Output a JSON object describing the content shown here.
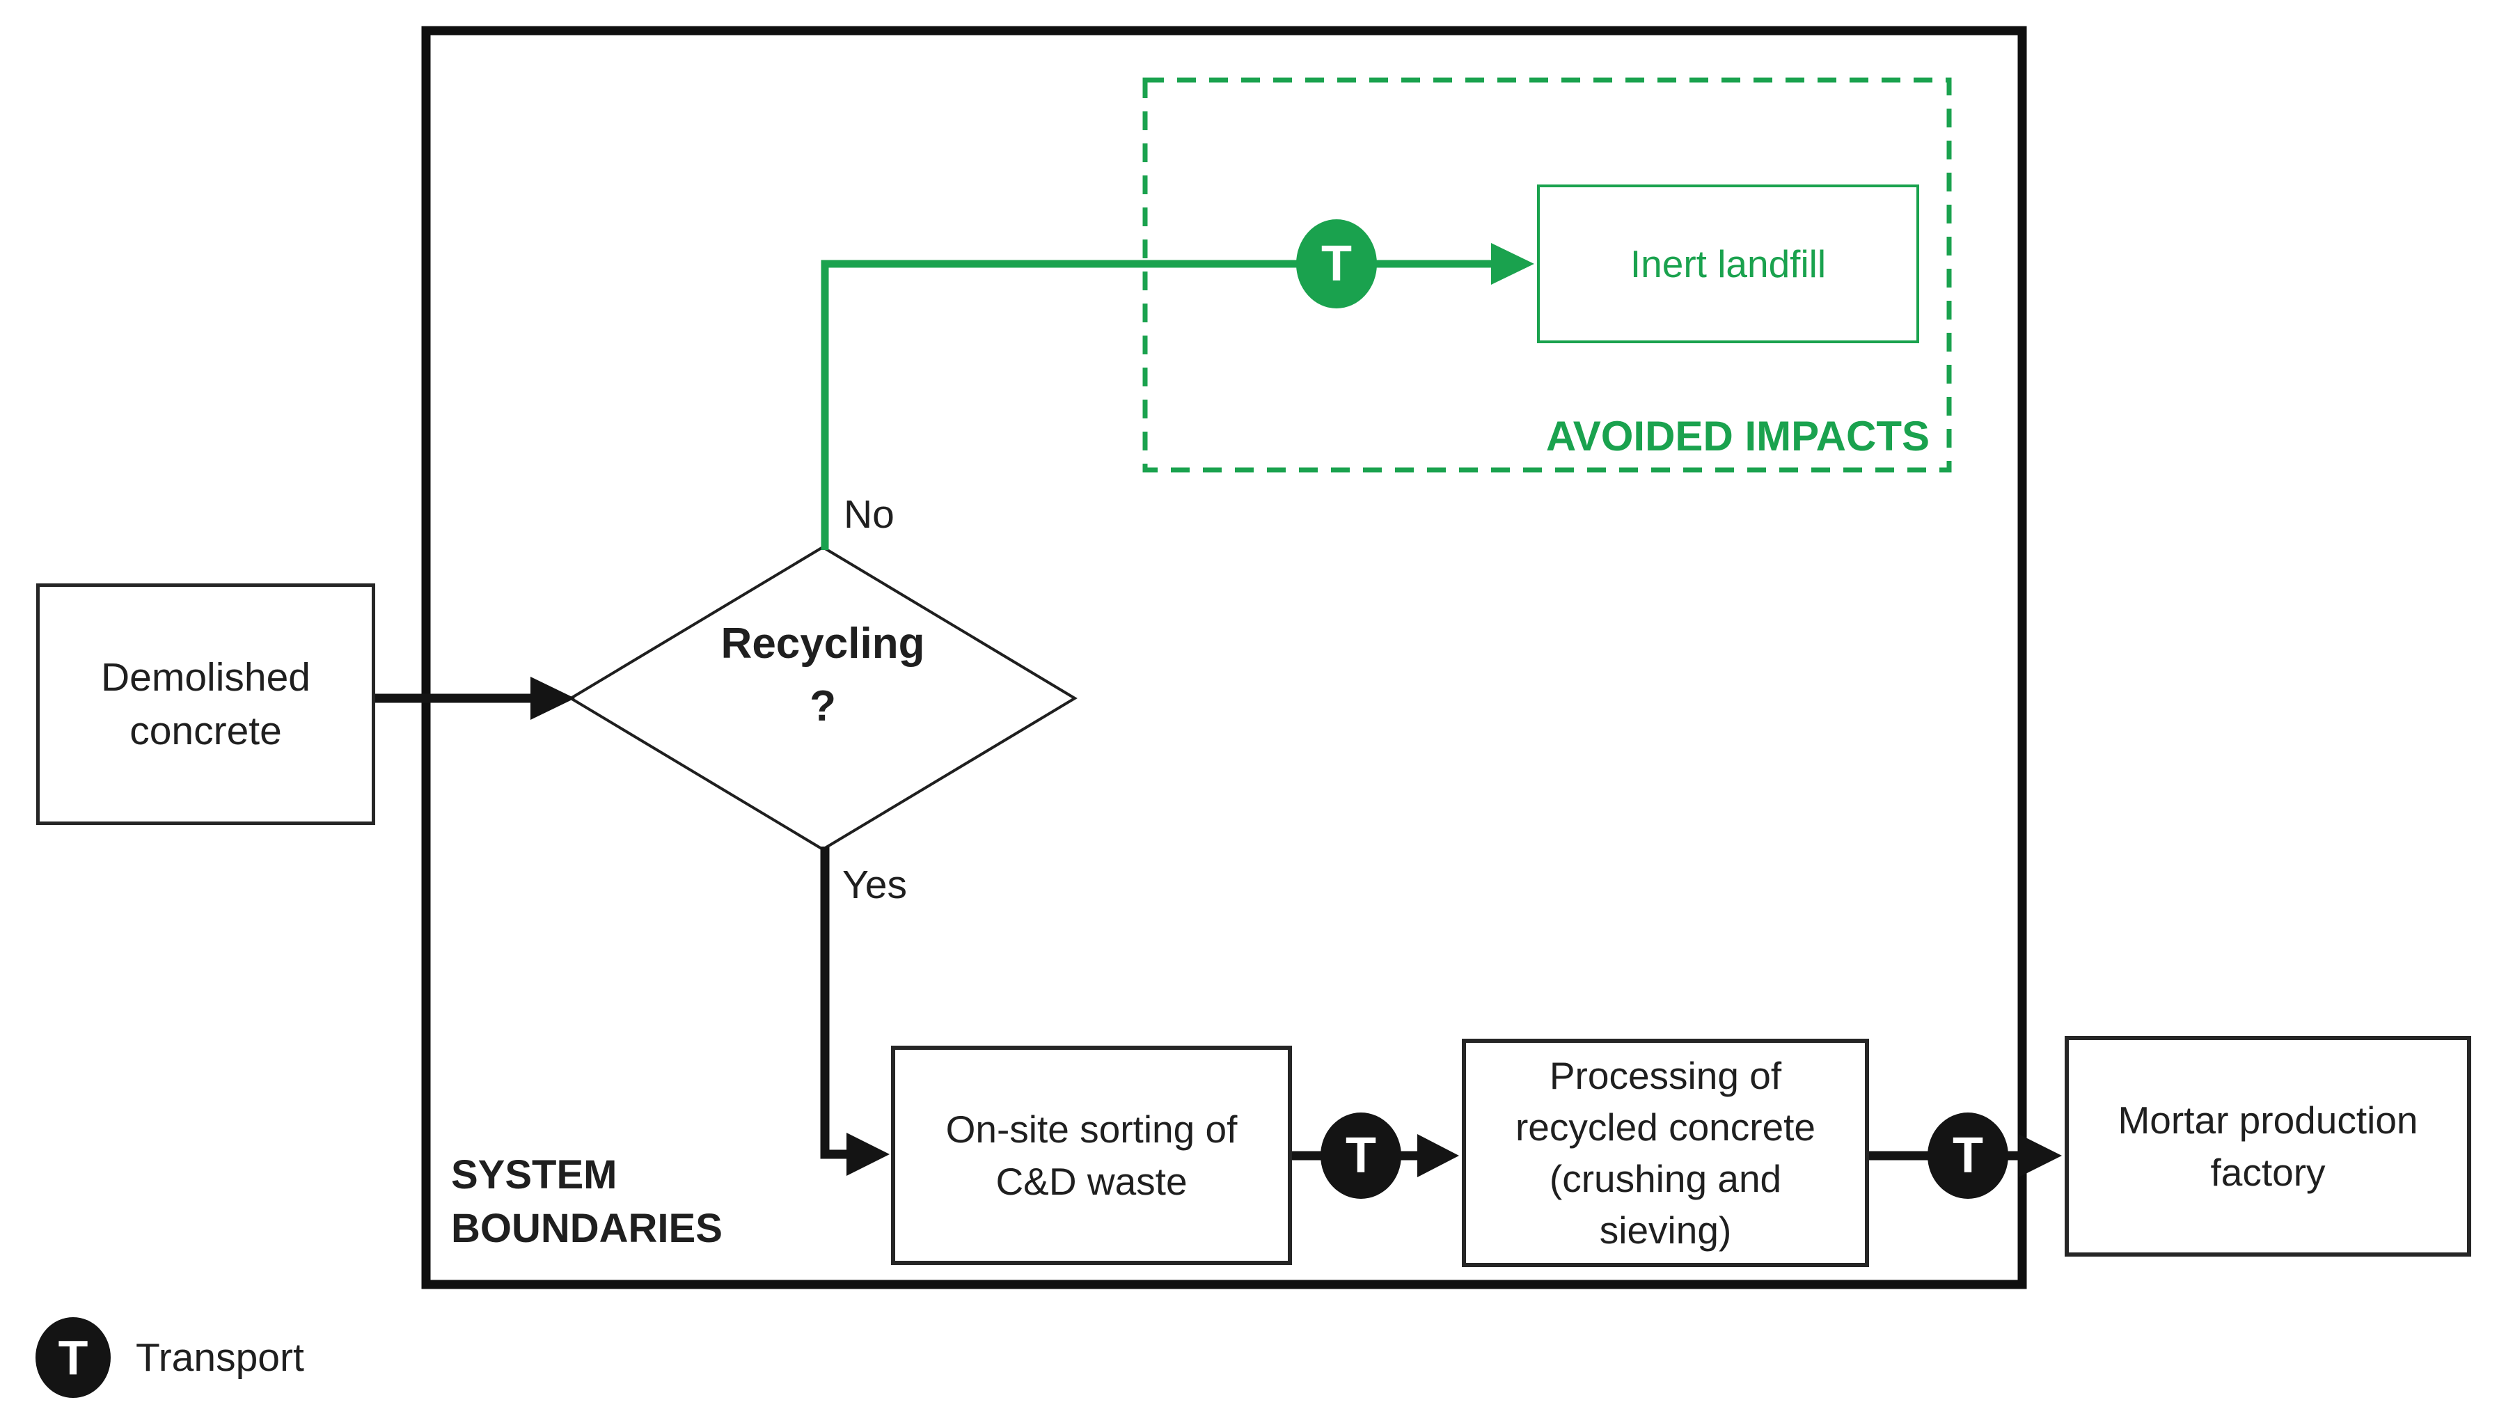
{
  "diagram_title": "Recycled concrete system boundaries flowchart",
  "colors": {
    "accent_green": "#1aa24e",
    "line_black": "#141414",
    "background": "#ffffff"
  },
  "nodes": {
    "demolished_concrete": {
      "label": "Demolished concrete"
    },
    "recycling_decision": {
      "label": "Recycling",
      "question_mark": "?"
    },
    "inert_landfill": {
      "label": "Inert landfill"
    },
    "onsite_sorting": {
      "label": "On-site sorting of C&D waste"
    },
    "processing": {
      "label": "Processing of recycled concrete (crushing and sieving)"
    },
    "mortar_factory": {
      "label": "Mortar production factory"
    }
  },
  "edges": {
    "no_label": "No",
    "yes_label": "Yes"
  },
  "regions": {
    "system_boundaries": "SYSTEM BOUNDARIES",
    "avoided_impacts": "AVOIDED IMPACTS"
  },
  "transport": {
    "symbol": "T",
    "legend_label": "Transport"
  }
}
